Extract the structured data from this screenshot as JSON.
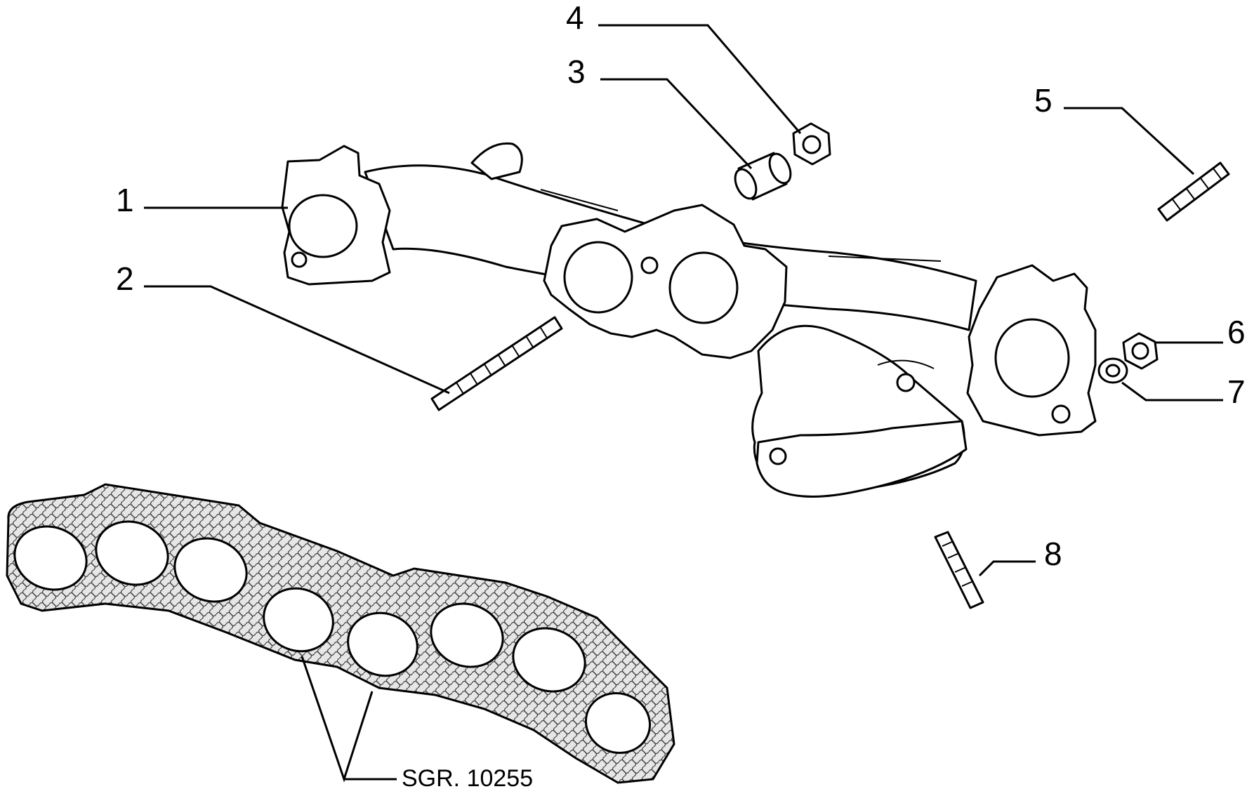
{
  "callouts": [
    {
      "id": "1",
      "label": "1"
    },
    {
      "id": "2",
      "label": "2"
    },
    {
      "id": "3",
      "label": "3"
    },
    {
      "id": "4",
      "label": "4"
    },
    {
      "id": "5",
      "label": "5"
    },
    {
      "id": "6",
      "label": "6"
    },
    {
      "id": "7",
      "label": "7"
    },
    {
      "id": "8",
      "label": "8"
    }
  ],
  "reference": "SGR. 10255",
  "colors": {
    "line": "#000000",
    "background": "#ffffff",
    "gasket_fill": "#d9d9d9"
  }
}
